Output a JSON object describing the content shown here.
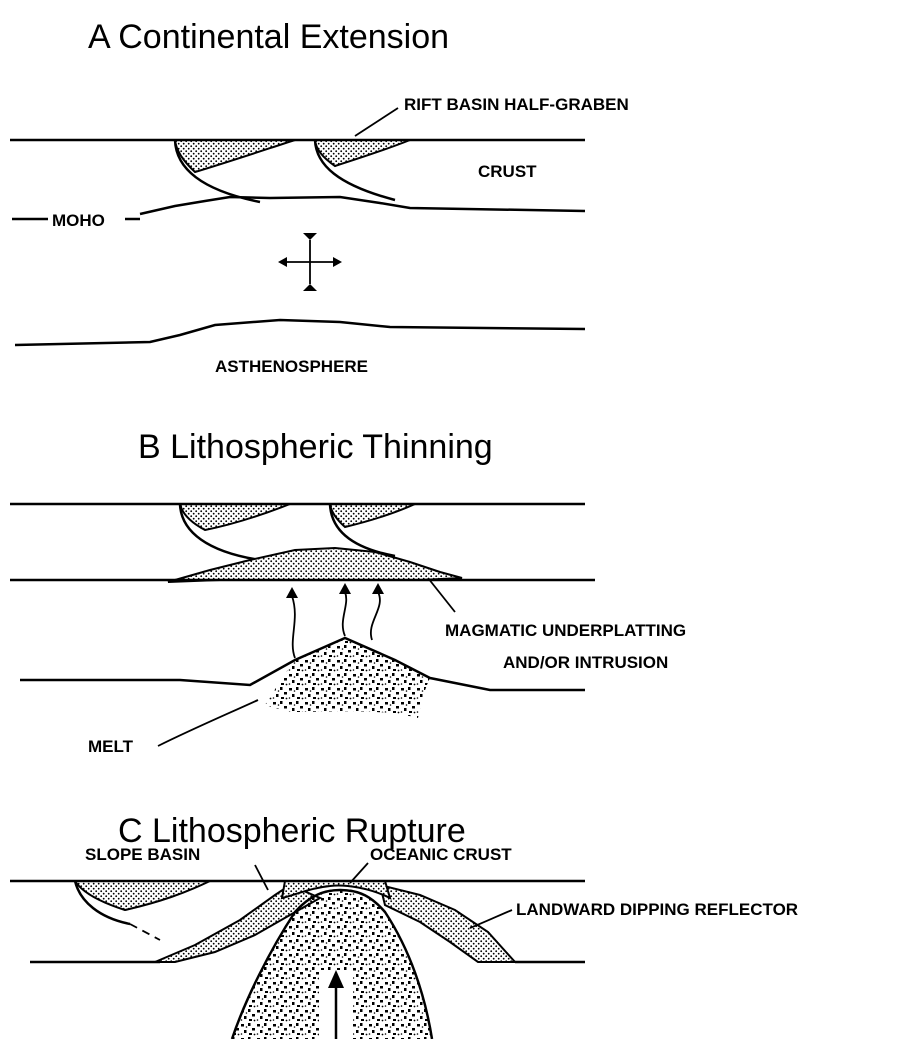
{
  "panels": [
    {
      "title": "A  Continental Extension",
      "labels": {
        "rift_basin": "RIFT BASIN HALF-GRABEN",
        "crust": "CRUST",
        "moho": "MOHO",
        "asthenosphere": "ASTHENOSPHERE"
      }
    },
    {
      "title": "B  Lithospheric Thinning",
      "labels": {
        "underplating_1": "MAGMATIC UNDERPLATTING",
        "underplating_2": "AND/OR INTRUSION",
        "melt": "MELT"
      }
    },
    {
      "title": "C  Lithospheric Rupture",
      "labels": {
        "slope_basin": "SLOPE BASIN",
        "oceanic_crust": "OCEANIC CRUST",
        "landward_reflector": "LANDWARD DIPPING REFLECTOR"
      }
    }
  ]
}
